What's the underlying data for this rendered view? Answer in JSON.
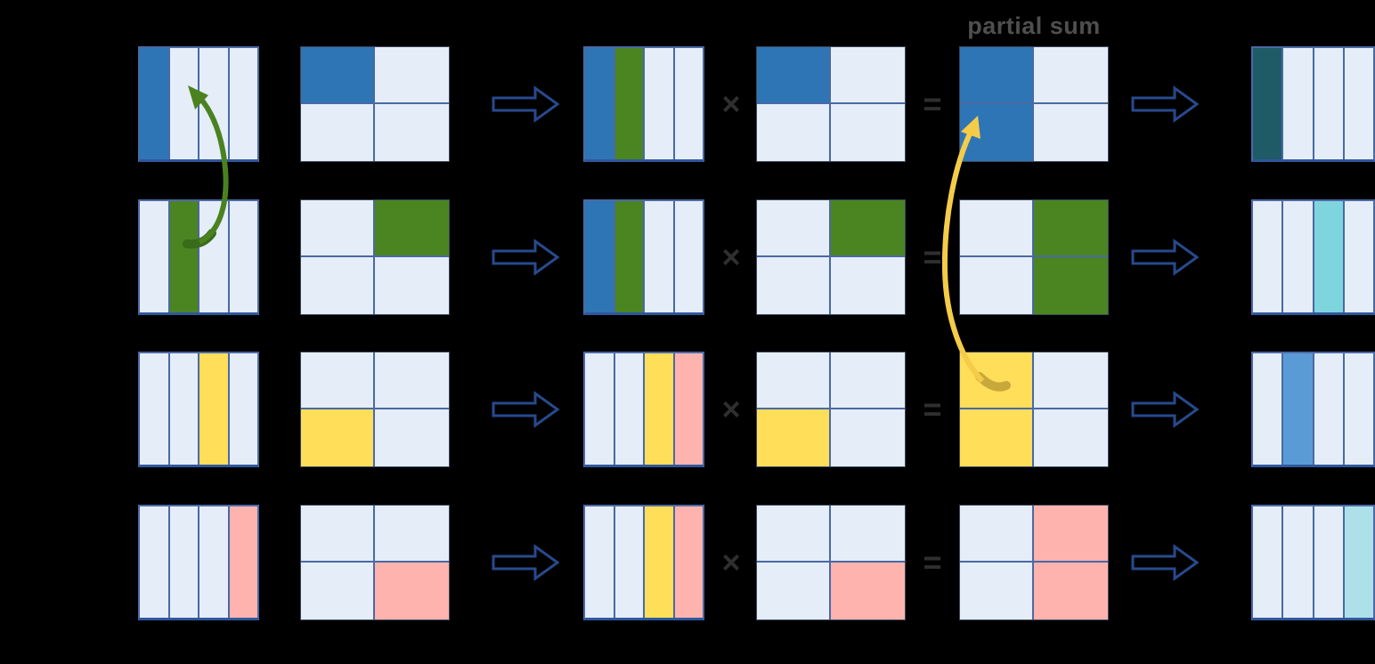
{
  "labels": {
    "partial_sum": "partial sum"
  },
  "operators": {
    "times": "×",
    "equals": "="
  },
  "palette": {
    "bg": "#000000",
    "cell": "#e5edf8",
    "line": "#4a69a5",
    "blue": "#2e75b6",
    "green": "#4a8522",
    "yellow": "#ffde59",
    "pink": "#ffb3ae",
    "darkteal": "#1e5b66",
    "cyan": "#7ed5de",
    "midblue": "#5b9bd5",
    "lightcyan": "#ade0e8",
    "flow_arrow_outline": "#274a8e",
    "green_arrow": "#4a8220",
    "green_arrow_dark": "#386b1a",
    "yellow_arrow": "#f5cc49",
    "yellow_arrow_dark": "#c9a83b",
    "label_color": "#4f4f4f",
    "operator_color": "#2f2f2f"
  },
  "diagram": {
    "rows": [
      {
        "name": "row-1",
        "left_vector": [
          "blue",
          null,
          null,
          null
        ],
        "block_matrix": [
          [
            "blue",
            null
          ],
          [
            null,
            null
          ]
        ],
        "combined_vector": [
          "blue",
          "green",
          null,
          null
        ],
        "operand_matrix": [
          [
            "blue",
            null
          ],
          [
            null,
            null
          ]
        ],
        "partial_sum": [
          [
            "blue",
            null
          ],
          [
            "blue",
            null
          ]
        ],
        "result_vector": [
          "darkteal",
          null,
          null,
          null
        ]
      },
      {
        "name": "row-2",
        "left_vector": [
          null,
          "green",
          null,
          null
        ],
        "block_matrix": [
          [
            null,
            "green"
          ],
          [
            null,
            null
          ]
        ],
        "combined_vector": [
          "blue",
          "green",
          null,
          null
        ],
        "operand_matrix": [
          [
            null,
            "green"
          ],
          [
            null,
            null
          ]
        ],
        "partial_sum": [
          [
            null,
            "green"
          ],
          [
            null,
            "green"
          ]
        ],
        "result_vector": [
          null,
          null,
          "cyan",
          null
        ]
      },
      {
        "name": "row-3",
        "left_vector": [
          null,
          null,
          "yellow",
          null
        ],
        "block_matrix": [
          [
            null,
            null
          ],
          [
            "yellow",
            null
          ]
        ],
        "combined_vector": [
          null,
          null,
          "yellow",
          "pink"
        ],
        "operand_matrix": [
          [
            null,
            null
          ],
          [
            "yellow",
            null
          ]
        ],
        "partial_sum": [
          [
            "yellow",
            null
          ],
          [
            "yellow",
            null
          ]
        ],
        "result_vector": [
          null,
          "midblue",
          null,
          null
        ]
      },
      {
        "name": "row-4",
        "left_vector": [
          null,
          null,
          null,
          "pink"
        ],
        "block_matrix": [
          [
            null,
            null
          ],
          [
            null,
            "pink"
          ]
        ],
        "combined_vector": [
          null,
          null,
          "yellow",
          "pink"
        ],
        "operand_matrix": [
          [
            null,
            null
          ],
          [
            null,
            "pink"
          ]
        ],
        "partial_sum": [
          [
            null,
            "pink"
          ],
          [
            null,
            "pink"
          ]
        ],
        "result_vector": [
          null,
          null,
          null,
          "lightcyan"
        ]
      }
    ],
    "curved_arrows": [
      {
        "id": "green-reuse-arrow",
        "color_key": "green_arrow"
      },
      {
        "id": "yellow-reuse-arrow",
        "color_key": "yellow_arrow"
      }
    ]
  }
}
